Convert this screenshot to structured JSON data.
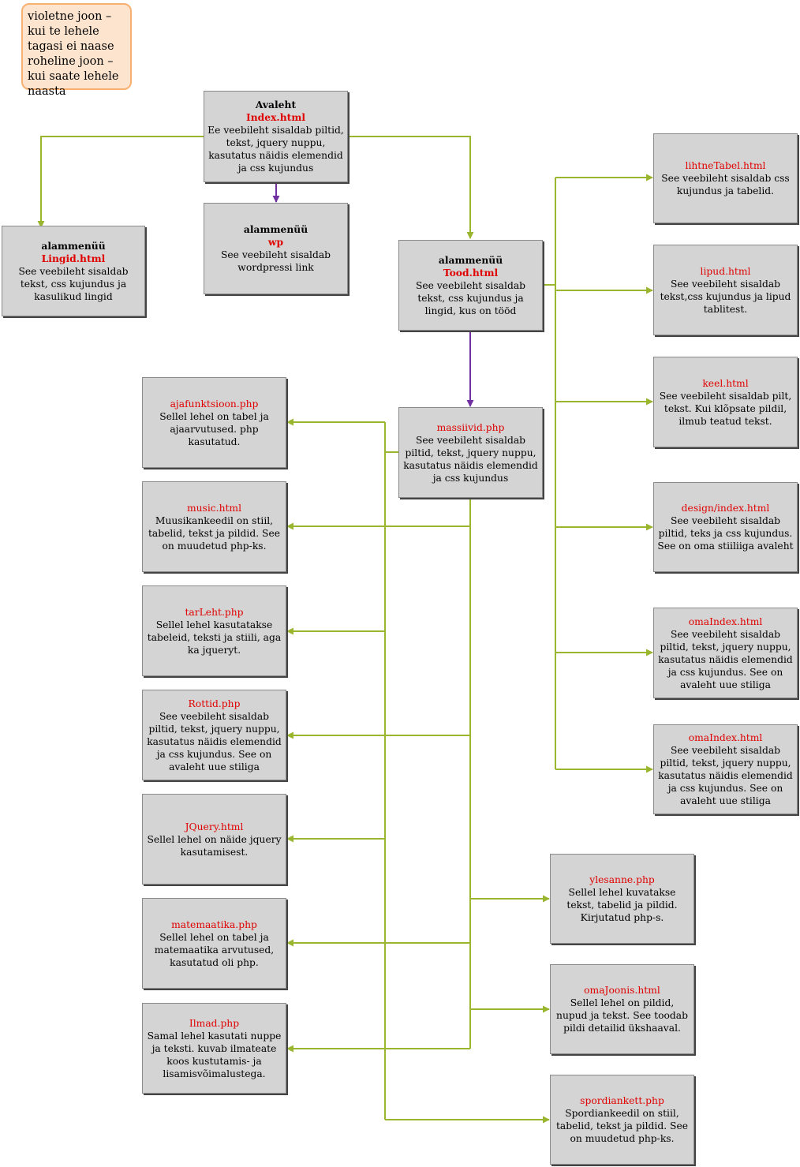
{
  "legend": {
    "lines": [
      "violetne joon – kui te lehele tagasi ei naase",
      "roheline joon – kui saate lehele naasta"
    ]
  },
  "colors": {
    "green": "#9ab52e",
    "violet": "#7030a0",
    "filename": "#e00000",
    "box": "#d4d4d4"
  },
  "nodes": {
    "avaleht": {
      "heading": "Avaleht",
      "file": "Index.html",
      "desc": "Ee veebileht sisaldab piltid, tekst, jquery nuppu, kasutatus näidis elemendid ja css kujundus"
    },
    "lingid": {
      "heading": "alammenüü",
      "file": "Lingid.html",
      "desc": "See veebileht sisaldab  tekst, css kujundus ja kasulikud lingid"
    },
    "wp": {
      "heading": "alammenüü",
      "file": "wp",
      "desc": "See veebileht sisaldab wordpressi link"
    },
    "tood": {
      "heading": "alammenüü",
      "file": "Tood.html",
      "desc": "See veebileht sisaldab tekst, css kujundus ja lingid, kus on tööd"
    },
    "massiivid": {
      "file": "massiivid.php",
      "desc": "See veebileht sisaldab piltid, tekst, jquery nuppu, kasutatus näidis elemendid ja css kujundus"
    },
    "lihtnetabel": {
      "file": "lihtneTabel.html",
      "desc": "See veebileht sisaldab css kujundus ja tabelid."
    },
    "lipud": {
      "file": "lipud.html",
      "desc": "See veebileht sisaldab tekst,css kujundus ja lipud tablitest."
    },
    "keel": {
      "file": "keel.html",
      "desc": "See veebileht sisaldab pilt, tekst. Kui klõpsate pildil, ilmub teatud tekst."
    },
    "design": {
      "file": "design/index.html",
      "desc": "See veebileht sisaldab piltid, teks ja css kujundus. See on oma stiiliiga avaleht"
    },
    "omaindex1": {
      "file": "omaIndex.html",
      "desc": "See veebileht sisaldab piltid, tekst, jquery nuppu, kasutatus näidis elemendid ja css kujundus. See on avaleht uue stiliga"
    },
    "omaindex2": {
      "file": "omaIndex.html",
      "desc": "See veebileht sisaldab piltid, tekst, jquery nuppu, kasutatus näidis elemendid ja css kujundus. See on avaleht uue stiliga"
    },
    "ajafunktsioon": {
      "file": "ajafunktsioon.php",
      "desc": "Sellel lehel on tabel ja ajaarvutused. php kasutatud."
    },
    "music": {
      "file": "music.html",
      "desc": "Muusikankeedil on stiil, tabelid, tekst ja pildid. See on muudetud php-ks."
    },
    "tarleht": {
      "file": "tarLeht.php",
      "desc": "Sellel lehel kasutatakse tabeleid, teksti ja stiili, aga ka jqueryt."
    },
    "rottid": {
      "file": "Rottid.php",
      "desc": "See veebileht sisaldab piltid, tekst, jquery nuppu, kasutatus näidis elemendid ja css kujundus. See on avaleht uue stiliga"
    },
    "jquery": {
      "file": "JQuery.html",
      "desc": "Sellel lehel on näide jquery kasutamisest."
    },
    "matemaatika": {
      "file": "matemaatika.php",
      "desc": "Sellel lehel on tabel ja matemaatika arvutused, kasutatud oli php."
    },
    "ilmad": {
      "file": "Ilmad.php",
      "desc": "Samal lehel kasutati nuppe ja teksti. kuvab ilmateate koos kustutamis- ja lisamisvõimalustega."
    },
    "ylesanne": {
      "file": "ylesanne.php",
      "desc": "Sellel lehel kuvatakse tekst, tabelid ja pildid. Kirjutatud php-s."
    },
    "omajoonis": {
      "file": "omaJoonis.html",
      "desc": "Sellel lehel on pildid, nupud ja tekst. See toodab pildi detailid ükshaaval."
    },
    "spordiankett": {
      "file": "spordiankett.php",
      "desc": "Spordiankeedil on stiil, tabelid, tekst ja pildid. See on muudetud php-ks."
    }
  }
}
